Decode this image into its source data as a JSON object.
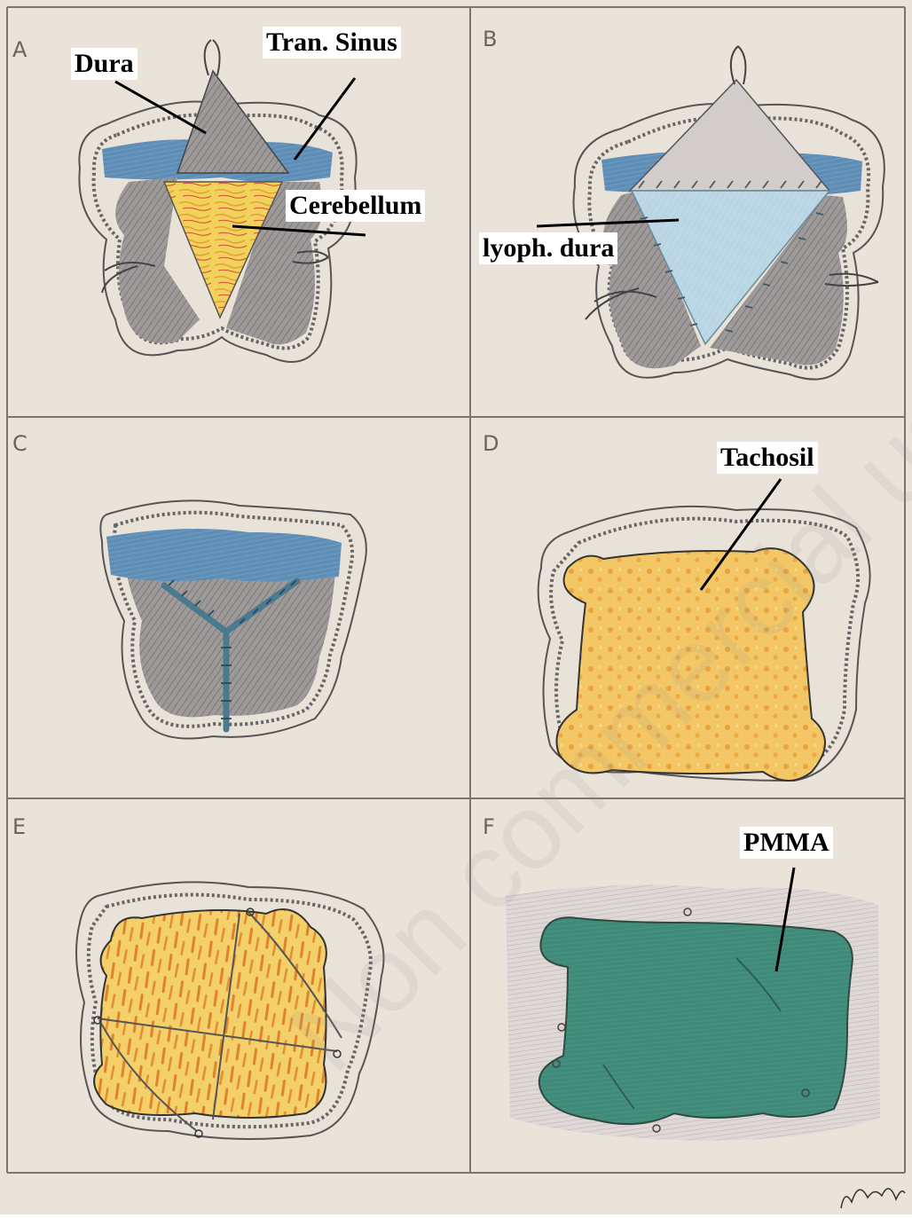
{
  "panels": {
    "a": {
      "letter": "A",
      "labels": {
        "dura": "Dura",
        "sinus": "Tran. Sinus",
        "cerebellum": "Cerebellum"
      }
    },
    "b": {
      "letter": "B",
      "labels": {
        "graft": "lyoph. dura"
      }
    },
    "c": {
      "letter": "C"
    },
    "d": {
      "letter": "D",
      "labels": {
        "tachosil": "Tachosil"
      }
    },
    "e": {
      "letter": "E"
    },
    "f": {
      "letter": "F",
      "labels": {
        "pmma": "PMMA"
      }
    }
  },
  "watermark": "Non commercial use only",
  "colors": {
    "paper": "#eae3da",
    "grid": "#7a7571",
    "sinus": "#5a86b0",
    "dura": "#8f8c8c",
    "cerebellum": "#f1d25a",
    "graft": "#bcd8e6",
    "tachosil": "#f2c25a",
    "pmma": "#3f8a78"
  }
}
